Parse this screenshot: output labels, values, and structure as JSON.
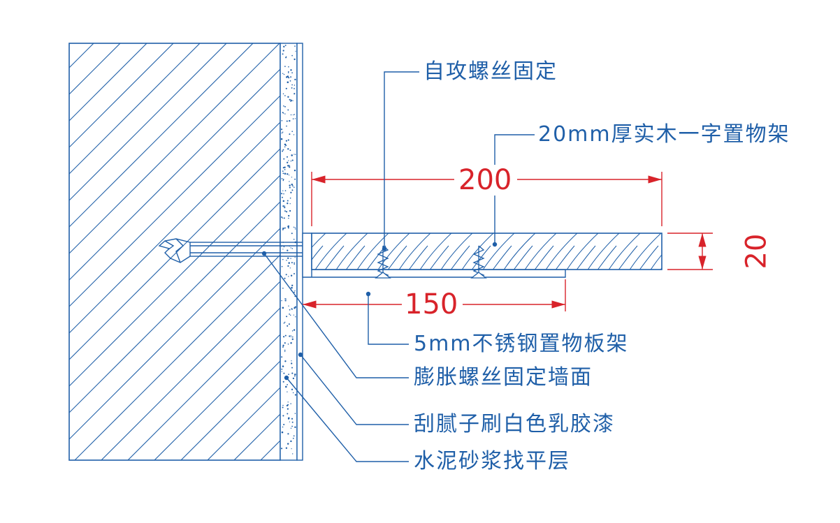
{
  "labels": {
    "self_tapping_screw": "自攻螺丝固定",
    "solid_wood_shelf": "20mm厚实木一字置物架",
    "stainless_bracket": "5mm不锈钢置物板架",
    "expansion_bolt": "膨胀螺丝固定墙面",
    "putty_latex_paint": "刮腻子刷白色乳胶漆",
    "cement_mortar_layer": "水泥砂浆找平层"
  },
  "dimensions": {
    "shelf_length": "200",
    "bracket_length": "150",
    "shelf_thickness": "20"
  },
  "colors": {
    "line_blue": "#1f5fa8",
    "dimension_red": "#d8232a",
    "background": "#ffffff"
  }
}
